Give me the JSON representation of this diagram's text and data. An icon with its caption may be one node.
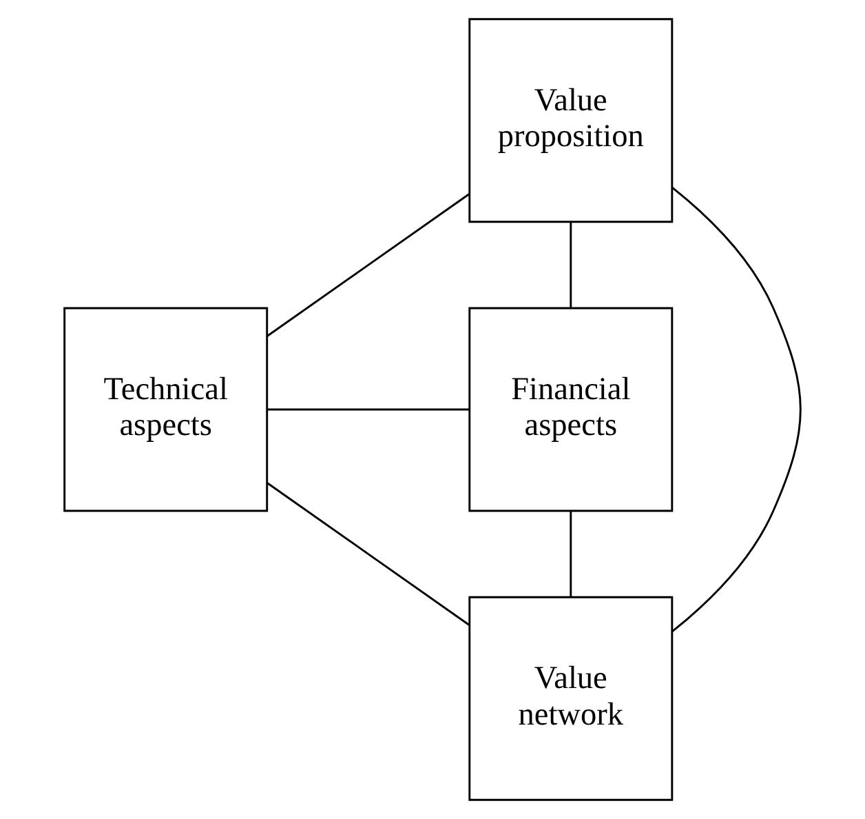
{
  "diagram": {
    "nodes": [
      {
        "text": [
          "Value proposition"
        ]
      },
      {
        "text": [
          "Technical aspects"
        ]
      },
      {
        "text": [
          "Financial aspects"
        ]
      },
      {
        "text": [
          "Value network"
        ]
      }
    ],
    "edges": [
      {
        "from": 0,
        "to": 1,
        "arrow": "none"
      },
      {
        "from": 0,
        "to": 2,
        "arrow": "none"
      },
      {
        "from": 0,
        "to": 3,
        "arrow": "none"
      },
      {
        "from": 1,
        "to": 2,
        "arrow": "none"
      },
      {
        "from": 1,
        "to": 3,
        "arrow": "none"
      },
      {
        "from": 2,
        "to": 3,
        "arrow": "none"
      }
    ]
  }
}
